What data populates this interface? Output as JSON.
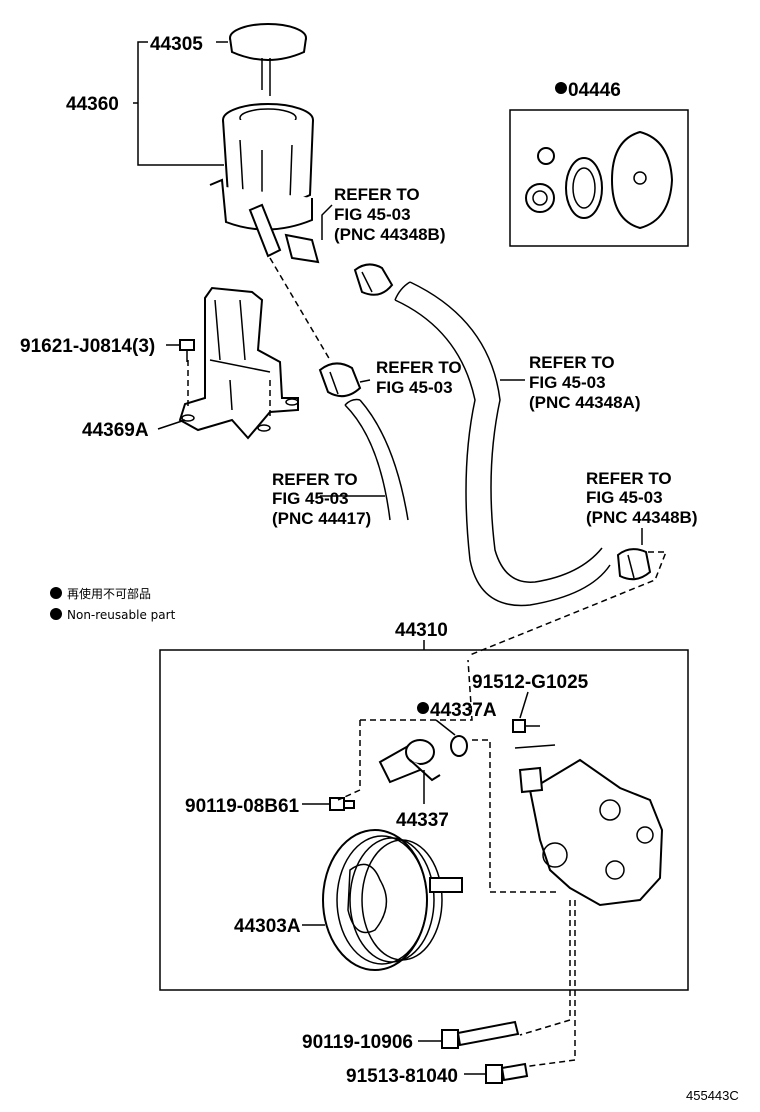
{
  "labels": {
    "p44305": "44305",
    "p44360": "44360",
    "p04446": "04446",
    "p91621": "91621-J0814(3)",
    "p44369A": "44369A",
    "p44310": "44310",
    "p91512": "91512-G1025",
    "p44337A": "44337A",
    "p90119a": "90119-08B61",
    "p44337": "44337",
    "p44303A": "44303A",
    "p90119b": "90119-10906",
    "p91513": "91513-81040"
  },
  "refers": {
    "r1": [
      "REFER TO",
      "FIG 45-03",
      "(PNC 44348B)"
    ],
    "r2": [
      "REFER TO",
      "FIG 45-03"
    ],
    "r3": [
      "REFER TO",
      "FIG 45-03",
      "(PNC 44348A)"
    ],
    "r4": [
      "REFER TO",
      "FIG 45-03",
      "(PNC 44417)"
    ],
    "r5": [
      "REFER TO",
      "FIG 45-03",
      "(PNC 44348B)"
    ]
  },
  "legend": {
    "jp": "再使用不可部品",
    "en": "Non-reusable part"
  },
  "figure_code": "455443C"
}
